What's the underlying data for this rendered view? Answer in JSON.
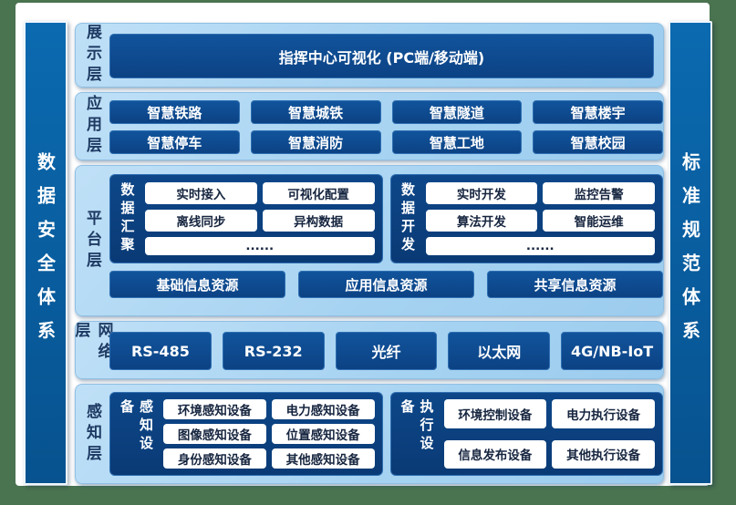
{
  "colors": {
    "background_green": "#4a7350",
    "card_white": "#ffffff",
    "panel_light_blue": "#a5d2f1",
    "block_navy": "#0c4284",
    "pillar_blue": "#0b6ab0",
    "label_navy": "#1e3a63"
  },
  "left_pillar": {
    "label": "数据安全体系"
  },
  "right_pillar": {
    "label": "标准规范体系"
  },
  "layers": [
    {
      "label": "展示层",
      "banner": "指挥中心可视化 (PC端/移动端)"
    },
    {
      "label": "应用层",
      "buttons": [
        "智慧铁路",
        "智慧城铁",
        "智慧隧道",
        "智慧楼宇",
        "智慧停车",
        "智慧消防",
        "智慧工地",
        "智慧校园"
      ]
    },
    {
      "label": "平台层",
      "groups": [
        {
          "label": "数据汇聚",
          "chips": [
            "实时接入",
            "可视化配置",
            "离线同步",
            "异构数据",
            "......"
          ]
        },
        {
          "label": "数据开发",
          "chips": [
            "实时开发",
            "监控告警",
            "算法开发",
            "智能运维",
            "......"
          ]
        }
      ],
      "resources": [
        "基础信息资源",
        "应用信息资源",
        "共享信息资源"
      ]
    },
    {
      "label": "网络层",
      "buttons": [
        "RS-485",
        "RS-232",
        "光纤",
        "以太网",
        "4G/NB-IoT"
      ]
    },
    {
      "label": "感知层",
      "groups": [
        {
          "label": "感知设备",
          "chips": [
            "环境感知设备",
            "电力感知设备",
            "图像感知设备",
            "位置感知设备",
            "身份感知设备",
            "其他感知设备"
          ]
        },
        {
          "label": "执行设备",
          "chips": [
            "环境控制设备",
            "电力执行设备",
            "信息发布设备",
            "其他执行设备"
          ]
        }
      ]
    }
  ]
}
